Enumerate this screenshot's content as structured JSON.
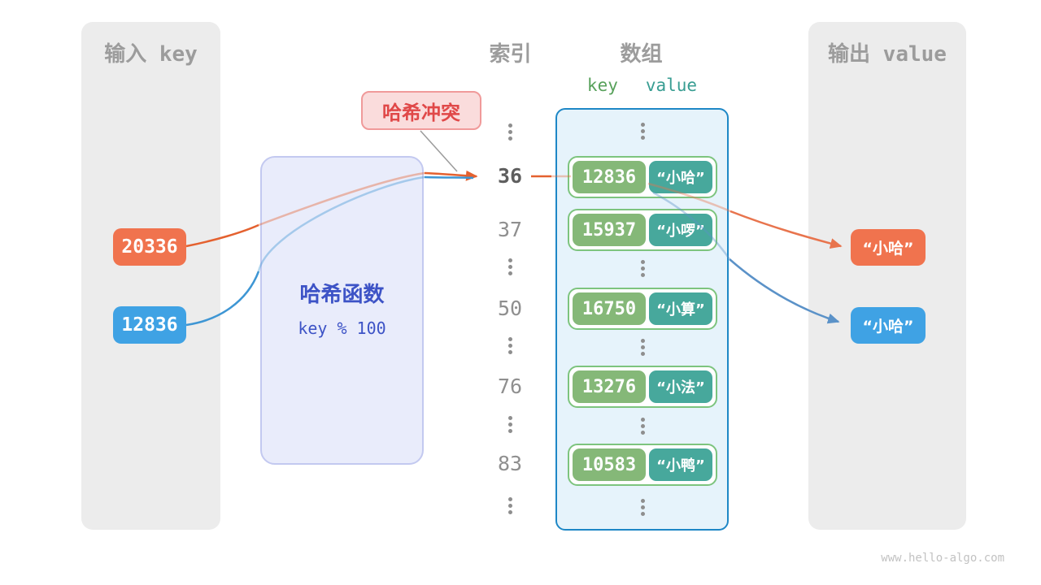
{
  "input_panel": {
    "title": "输入 key",
    "keys": [
      "20336",
      "12836"
    ]
  },
  "hash_function": {
    "name": "哈希函数",
    "formula": "key % 100"
  },
  "collision_badge": {
    "label": "哈希冲突"
  },
  "index_column": {
    "header": "索引",
    "ellipsis": "⋮",
    "values": [
      "36",
      "37",
      "50",
      "76",
      "83"
    ],
    "highlighted_value": "36"
  },
  "array_column": {
    "header": "数组",
    "key_header": "key",
    "value_header": "value",
    "rows": [
      {
        "key": "12836",
        "value": "“小哈”"
      },
      {
        "key": "15937",
        "value": "“小啰”"
      },
      {
        "key": "16750",
        "value": "“小算”"
      },
      {
        "key": "13276",
        "value": "“小法”"
      },
      {
        "key": "10583",
        "value": "“小鸭”"
      }
    ]
  },
  "output_panel": {
    "title": "输出 value",
    "values": [
      "“小哈”",
      "“小哈”"
    ]
  },
  "watermark": "www.hello-algo.com",
  "colors": {
    "orange": "#F0734E",
    "blue": "#3FA2E4",
    "key_green": "#85B878",
    "value_teal": "#47A89C",
    "row_border_green": "#7DC47E",
    "array_border_blue": "#1E87C6",
    "array_fill": "#E6F3FB",
    "hash_fill": "#E9ECFB",
    "hash_border": "#C3C9F0",
    "hash_text": "#3D53C6",
    "collision_fill": "#FADCDC",
    "collision_border": "#F09A9A",
    "collision_text": "#E04848",
    "panel_gray": "#ECECEC",
    "heading_gray": "#9C9C9C",
    "arrow_orange": "#E4612F",
    "arrow_blue": "#3E96D4",
    "out_arrow_orange": "#E8744D",
    "out_arrow_blue": "#5B92C8"
  }
}
